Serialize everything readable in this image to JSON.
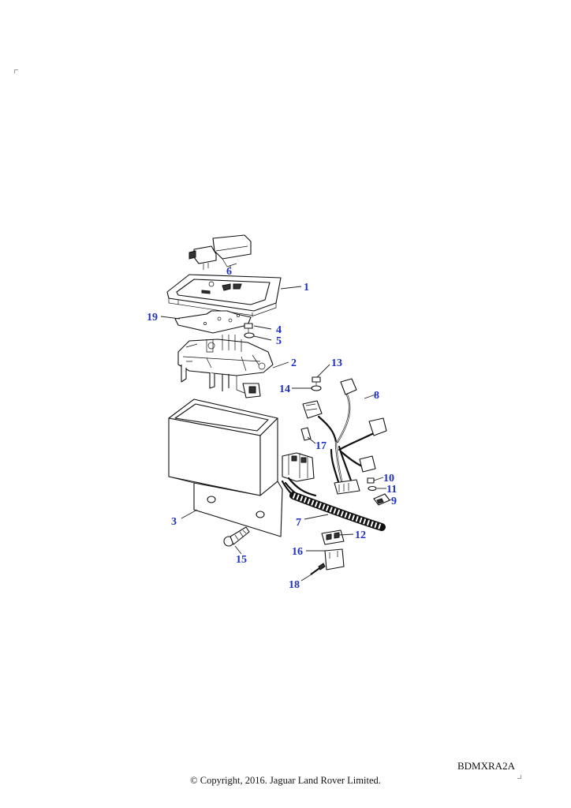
{
  "drawing_code": "BDMXRA2A",
  "copyright": "© Copyright, 2016. Jaguar Land Rover Limited.",
  "callouts": {
    "c1": "1",
    "c2": "2",
    "c3": "3",
    "c4": "4",
    "c5": "5",
    "c6": "6",
    "c7": "7",
    "c8": "8",
    "c9": "9",
    "c10": "10",
    "c11": "11",
    "c12": "12",
    "c13": "13",
    "c14": "14",
    "c15": "15",
    "c16": "16",
    "c17": "17",
    "c18": "18",
    "c19": "19"
  },
  "colors": {
    "callout": "#1f2fc4",
    "line": "#111111",
    "background": "#ffffff"
  }
}
